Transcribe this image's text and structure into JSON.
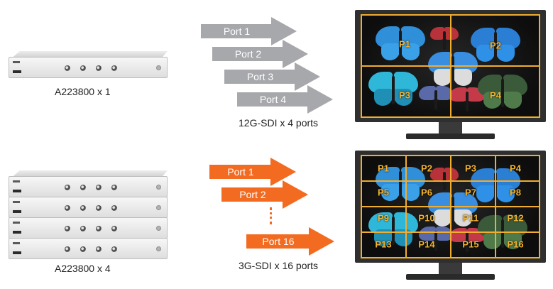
{
  "top_setup": {
    "unit_label": "A223800 x 1",
    "caption": "12G-SDI x 4 ports",
    "ports": [
      "Port 1",
      "Port 2",
      "Port 3",
      "Port 4"
    ],
    "panels": [
      "P1",
      "P2",
      "P3",
      "P4"
    ],
    "arrow_color": "#a7a8ab"
  },
  "bottom_setup": {
    "unit_label": "A223800 x 4",
    "caption": "3G-SDI x 16 ports",
    "ports": [
      "Port 1",
      "Port 2",
      "Port 16"
    ],
    "panels": [
      "P1",
      "P2",
      "P3",
      "P4",
      "P5",
      "P6",
      "P7",
      "P8",
      "P9",
      "P10",
      "P11",
      "P12",
      "P13",
      "P14",
      "P15",
      "P16"
    ],
    "arrow_color": "#f26b21"
  },
  "colors": {
    "grid": "#f0ad2f",
    "panel_label": "#f3b32f",
    "gray_arrow": "#a7a8ab",
    "orange_arrow": "#f26b21",
    "monitor": "#2f2f2f"
  }
}
